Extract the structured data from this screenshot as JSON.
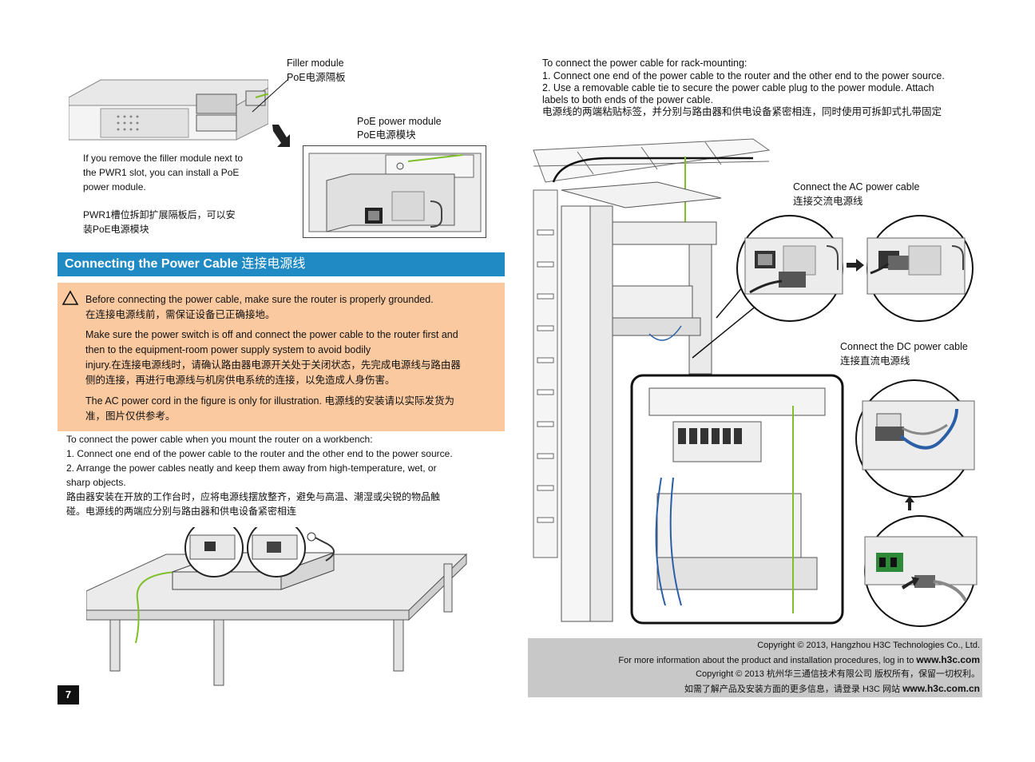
{
  "left_page": {
    "figure_top": {
      "filler_label_en": "Filler module",
      "filler_label_cn": "PoE电源隔板",
      "poe_label_en": "PoE power module",
      "poe_label_cn": "PoE电源模块",
      "note_en": [
        "If you remove the filler module next to",
        "the PWR1 slot, you can install a PoE",
        "power module."
      ],
      "note_cn": [
        "PWR1槽位拆卸扩展隔板后，可以安",
        "装PoE电源模块"
      ]
    },
    "section_title_en": "Connecting the Power Cable",
    "section_title_cn": "连接电源线",
    "caution": {
      "lines": [
        "Before connecting the power cable, make sure the router is properly grounded.",
        "在连接电源线前，需保证设备已正确接地。",
        "Make sure the power switch is off and connect the power cable to the router first and",
        "then to the equipment-room power supply system to avoid bodily",
        "injury.在连接电源线时，请确认路由器电源开关处于关闭状态，先完成电源线与路由器",
        "侧的连接，再进行电源线与机房供电系统的连接，以免造成人身伤害。",
        "The AC power cord in the figure is only for illustration. 电源线的安装请以实际发货为",
        "准，图片仅供参考。"
      ]
    },
    "workbench": {
      "lines": [
        "To connect the power cable when you mount the router on a workbench:",
        "1. Connect one end of the power cable to the router and the other end to the power source.",
        "2. Arrange the power cables neatly and keep them away from high-temperature, wet, or",
        "sharp objects.",
        "路由器安装在开放的工作台时，应将电源线摆放整齐，避免与高温、潮湿或尖锐的物品触",
        "碰。电源线的两端应分别与路由器和供电设备紧密相连"
      ]
    },
    "page_number": "7"
  },
  "right_page": {
    "rack_intro": {
      "lines": [
        "To connect the power cable for rack-mounting:",
        "1. Connect one end of the power cable to the router and the other end to the power source.",
        "2. Use a removable cable tie to secure the power cable plug to the power module. Attach",
        "labels to both ends of the power cable.",
        "电源线的两端粘贴标签，并分别与路由器和供电设备紧密相连，同时使用可拆卸式扎带固定"
      ]
    },
    "ac_label_en": "Connect the AC power cable",
    "ac_label_cn": "连接交流电源线",
    "dc_label_en": "Connect the DC power cable",
    "dc_label_cn": "连接直流电源线",
    "footer": {
      "line1": "Copyright © 2013, Hangzhou H3C Technologies Co., Ltd.",
      "line2_text": "For more information about the product and installation procedures, log in to",
      "line2_link": "www.h3c.com",
      "line3": "Copyright © 2013 杭州华三通信技术有限公司 版权所有，保留一切权利。",
      "line4_text": "如需了解产品及安装方面的更多信息，请登录 H3C 网站",
      "line4_link": "www.h3c.com.cn"
    }
  },
  "colors": {
    "header_blue": "#1f8ac4",
    "caution_bg": "#fbc9a0",
    "footer_gray": "#c8c8c8",
    "ground_wire": "#7fbf2a"
  }
}
